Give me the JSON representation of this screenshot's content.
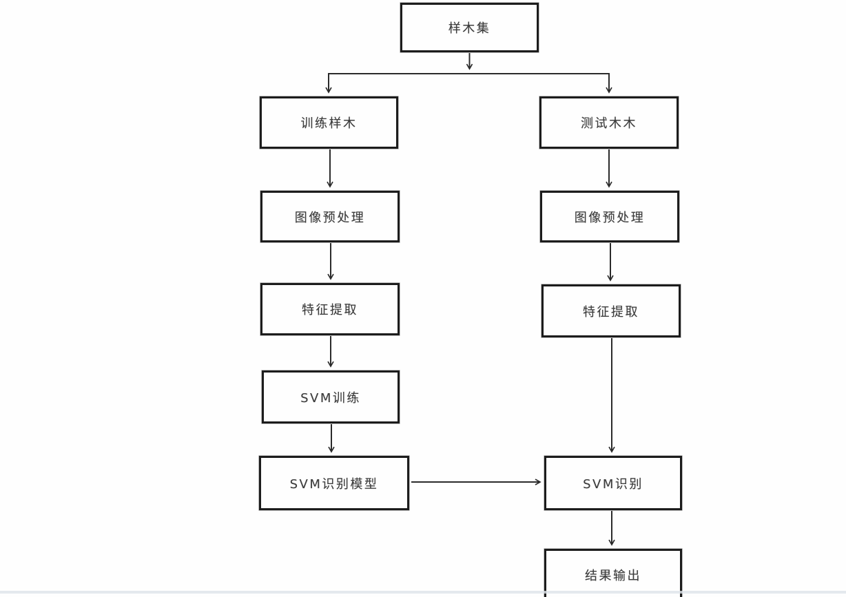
{
  "diagram": {
    "description": "SVM recognition training/testing flowchart (scanned figure)",
    "colors": {
      "background": "#fefefe",
      "box_border": "#1c1c1c",
      "text": "#3c3c3c",
      "connector": "#2a2a2a",
      "bottom_edge_line": "#dde3ea"
    },
    "nodes": [
      {
        "id": "sample-set",
        "label": "样木集"
      },
      {
        "id": "training-samples",
        "label": "训练样木"
      },
      {
        "id": "test-samples",
        "label": "测试木木"
      },
      {
        "id": "preprocess-train",
        "label": "图像预处理"
      },
      {
        "id": "preprocess-test",
        "label": "图像预处理"
      },
      {
        "id": "feature-train",
        "label": "特征提取"
      },
      {
        "id": "feature-test",
        "label": "特征提取"
      },
      {
        "id": "svm-training",
        "label": "SVM训练"
      },
      {
        "id": "svm-model",
        "label": "SVM识别模型"
      },
      {
        "id": "svm-recognition",
        "label": "SVM识别"
      },
      {
        "id": "result-output",
        "label": "结果输出"
      }
    ],
    "edges": [
      {
        "from": "sample-set",
        "to": "training-samples"
      },
      {
        "from": "sample-set",
        "to": "test-samples"
      },
      {
        "from": "training-samples",
        "to": "preprocess-train"
      },
      {
        "from": "preprocess-train",
        "to": "feature-train"
      },
      {
        "from": "feature-train",
        "to": "svm-training"
      },
      {
        "from": "svm-training",
        "to": "svm-model"
      },
      {
        "from": "svm-model",
        "to": "svm-recognition"
      },
      {
        "from": "test-samples",
        "to": "preprocess-test"
      },
      {
        "from": "preprocess-test",
        "to": "feature-test"
      },
      {
        "from": "feature-test",
        "to": "svm-recognition"
      },
      {
        "from": "svm-recognition",
        "to": "result-output"
      }
    ]
  }
}
